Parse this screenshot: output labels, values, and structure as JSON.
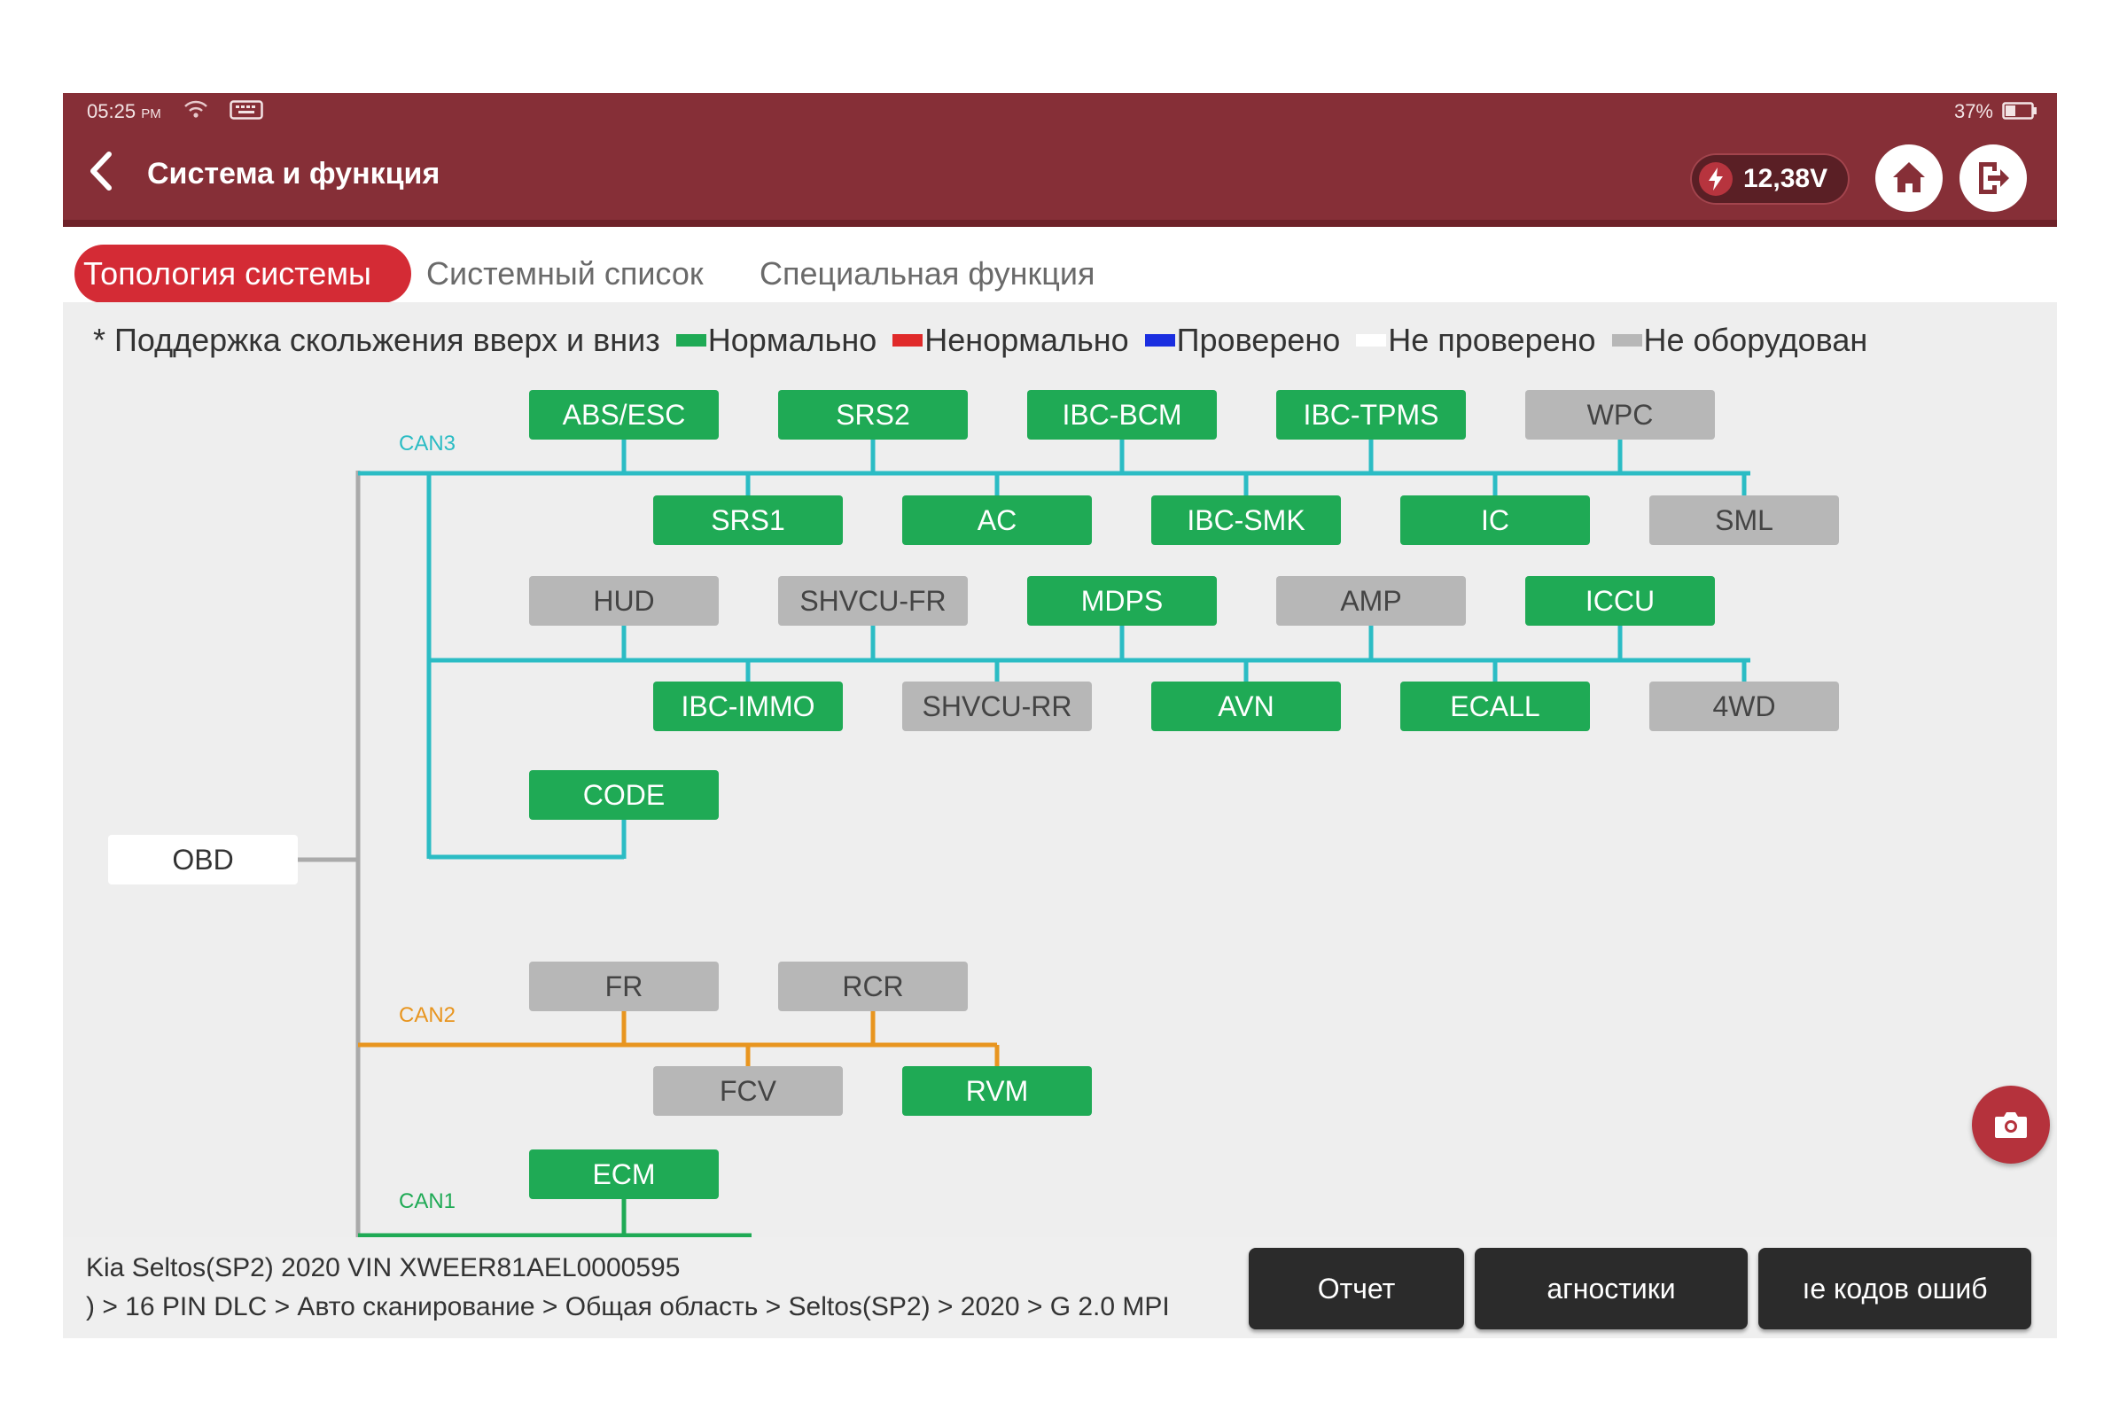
{
  "status_bar": {
    "time": "05:25",
    "ampm": "PM",
    "battery_pct": "37%"
  },
  "header": {
    "title": "Система и функция",
    "voltage": "12,38V"
  },
  "tabs": [
    "Топология системы",
    "Системный список",
    "Специальная функция"
  ],
  "legend": {
    "hint": "* Поддержка скольжения вверх и вниз",
    "items": [
      {
        "label": "Нормально",
        "color": "#1faa55"
      },
      {
        "label": "Ненормально",
        "color": "#e02a2a"
      },
      {
        "label": "Проверено",
        "color": "#1a2ee0"
      },
      {
        "label": "Не проверено",
        "color": "#ffffff"
      },
      {
        "label": "Не оборудован",
        "color": "#b7b7b7"
      }
    ]
  },
  "status_colors": {
    "green": "#1faa55",
    "gray": "#b7b7b7"
  },
  "topology": {
    "root": "OBD",
    "buses": [
      {
        "name": "CAN3",
        "color": "#2bbcc4",
        "modules": [
          {
            "name": "ABS/ESC",
            "status": "green"
          },
          {
            "name": "SRS2",
            "status": "green"
          },
          {
            "name": "IBC-BCM",
            "status": "green"
          },
          {
            "name": "IBC-TPMS",
            "status": "green"
          },
          {
            "name": "WPC",
            "status": "gray"
          },
          {
            "name": "SRS1",
            "status": "green"
          },
          {
            "name": "AC",
            "status": "green"
          },
          {
            "name": "IBC-SMK",
            "status": "green"
          },
          {
            "name": "IC",
            "status": "green"
          },
          {
            "name": "SML",
            "status": "gray"
          },
          {
            "name": "HUD",
            "status": "gray"
          },
          {
            "name": "SHVCU-FR",
            "status": "gray"
          },
          {
            "name": "MDPS",
            "status": "green"
          },
          {
            "name": "AMP",
            "status": "gray"
          },
          {
            "name": "ICCU",
            "status": "green"
          },
          {
            "name": "IBC-IMMO",
            "status": "green"
          },
          {
            "name": "SHVCU-RR",
            "status": "gray"
          },
          {
            "name": "AVN",
            "status": "green"
          },
          {
            "name": "ECALL",
            "status": "green"
          },
          {
            "name": "4WD",
            "status": "gray"
          },
          {
            "name": "CODE",
            "status": "green"
          }
        ]
      },
      {
        "name": "CAN2",
        "color": "#e8951f",
        "modules": [
          {
            "name": "FR",
            "status": "gray"
          },
          {
            "name": "RCR",
            "status": "gray"
          },
          {
            "name": "FCV",
            "status": "gray"
          },
          {
            "name": "RVM",
            "status": "green"
          }
        ]
      },
      {
        "name": "CAN1",
        "color": "#1faa55",
        "modules": [
          {
            "name": "ECM",
            "status": "green"
          }
        ]
      }
    ]
  },
  "footer": {
    "vehicle_info": "Kia   Seltos(SP2)   2020   VIN   XWEER81AEL0000595",
    "breadcrumb": ") > 16 PIN DLC > Авто сканирование > Общая область > Seltos(SP2) > 2020 > G 2.0 MPI",
    "buttons": [
      "Отчет",
      "агностики",
      "ıe кодов ошиб"
    ]
  }
}
